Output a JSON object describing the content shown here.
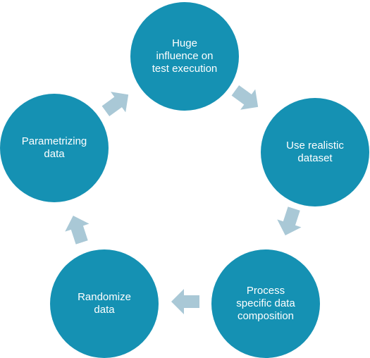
{
  "colors": {
    "circle": "#1591b3",
    "arrow": "#a9c8d6",
    "text": "#ffffff"
  },
  "cycle": {
    "nodes": [
      {
        "label": "Huge\ninfluence on\ntest execution"
      },
      {
        "label": "Use realistic\ndataset"
      },
      {
        "label": "Process\nspecific data\ncomposition"
      },
      {
        "label": "Randomize\ndata"
      },
      {
        "label": "Parametrizing\ndata"
      }
    ],
    "arrow_icon": "block-arrow-icon"
  }
}
